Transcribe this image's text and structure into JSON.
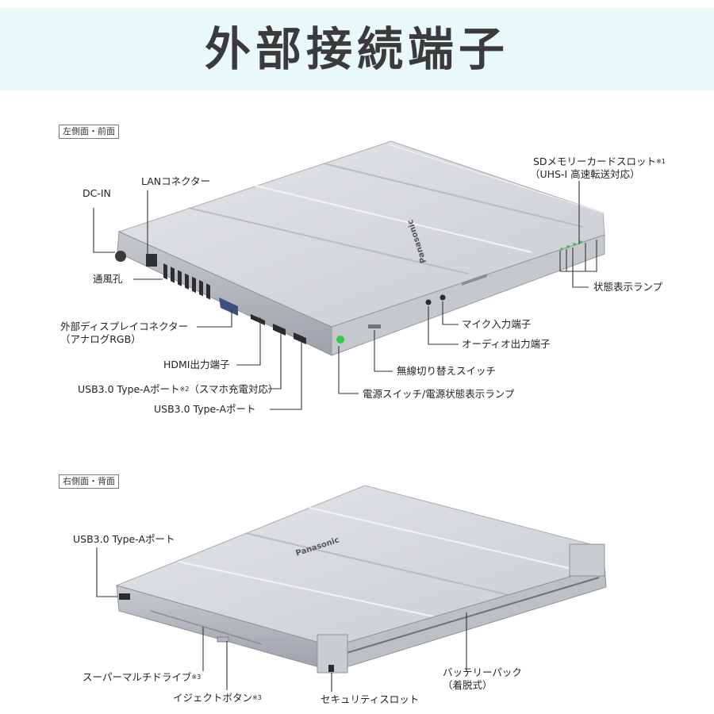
{
  "title": "外部接続端子",
  "section_left": {
    "tag": "左側面・前面",
    "brand": "Panasonic",
    "labels": {
      "dc_in": "DC-IN",
      "lan": "LANコネクター",
      "vent": "通風孔",
      "vga": "外部ディスプレイコネクター",
      "vga_sub": "（アナログRGB）",
      "hdmi": "HDMI出力端子",
      "usb_charge": "USB3.0 Type-Aポート",
      "usb_charge_sup": "※2",
      "usb_charge_suffix": "（スマホ充電対応）",
      "usb": "USB3.0 Type-Aポート",
      "power": "電源スイッチ/電源状態表示ランプ",
      "wireless": "無線切り替えスイッチ",
      "audio_out": "オーディオ出力端子",
      "mic": "マイク入力端子",
      "status_lamp": "状態表示ランプ",
      "sd": "SDメモリーカードスロット",
      "sd_sup": "※1",
      "sd_sub": "（UHS-I 高速転送対応）"
    }
  },
  "section_right": {
    "tag": "右側面・背面",
    "brand": "Panasonic",
    "labels": {
      "usb": "USB3.0 Type-Aポート",
      "drive": "スーパーマルチドライブ",
      "drive_sup": "※3",
      "eject": "イジェクトボタン",
      "eject_sup": "※3",
      "security": "セキュリティスロット",
      "battery": "バッテリーパック",
      "battery_sub": "（着脱式）"
    }
  },
  "colors": {
    "header_bg": "#e9f8f9",
    "title": "#3b3b3b",
    "body_light": "#d9dbdf",
    "body_mid": "#c3c6cb",
    "body_dark": "#a4a8ae",
    "led_green": "#2ecc4a"
  }
}
